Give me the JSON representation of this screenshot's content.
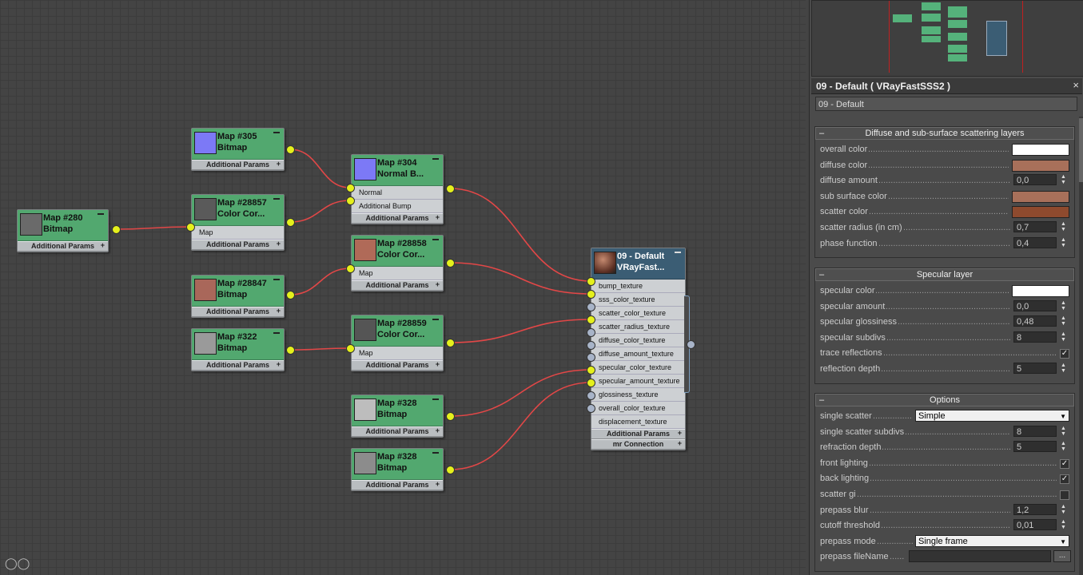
{
  "colors": {
    "map_node_header": "#52a86f",
    "material_node_header": "#3b5d74",
    "wire": "#e24747",
    "port_connected": "#e5f01c",
    "port_empty": "#a8b4c8"
  },
  "nodes": [
    {
      "id": "n280",
      "title1": "Map #280",
      "title2": "Bitmap",
      "footer": "Additional Params",
      "slots": [],
      "thumb_color": "#6a6a6a"
    },
    {
      "id": "n305",
      "title1": "Map #305",
      "title2": "Bitmap",
      "footer": "Additional Params",
      "slots": [],
      "thumb_color": "#7c79f6"
    },
    {
      "id": "n28857",
      "title1": "Map #28857",
      "title2": "Color Cor...",
      "footer": "Additional Params",
      "slots": [
        "Map"
      ],
      "thumb_color": "#5a5a5a"
    },
    {
      "id": "n304",
      "title1": "Map #304",
      "title2": "Normal B...",
      "footer": "Additional Params",
      "slots": [
        "Normal",
        "Additional Bump"
      ],
      "thumb_color": "#7c79f6"
    },
    {
      "id": "n28858",
      "title1": "Map #28858",
      "title2": "Color Cor...",
      "footer": "Additional Params",
      "slots": [
        "Map"
      ],
      "thumb_color": "#b06a58"
    },
    {
      "id": "n28847",
      "title1": "Map #28847",
      "title2": "Bitmap",
      "footer": "Additional Params",
      "slots": [],
      "thumb_color": "#a9675a"
    },
    {
      "id": "n322",
      "title1": "Map #322",
      "title2": "Bitmap",
      "footer": "Additional Params",
      "slots": [],
      "thumb_color": "#9a9a9a"
    },
    {
      "id": "n28859",
      "title1": "Map #28859",
      "title2": "Color Cor...",
      "footer": "Additional Params",
      "slots": [
        "Map"
      ],
      "thumb_color": "#555"
    },
    {
      "id": "n328a",
      "title1": "Map #328",
      "title2": "Bitmap",
      "footer": "Additional Params",
      "slots": [],
      "thumb_color": "#bdbdbd"
    },
    {
      "id": "n328b",
      "title1": "Map #328",
      "title2": "Bitmap",
      "footer": "Additional Params",
      "slots": [],
      "thumb_color": "#8c8c8c"
    }
  ],
  "material_node": {
    "title1": "09 - Default",
    "title2": "VRayFast...",
    "slots": [
      "bump_texture",
      "sss_color_texture",
      "scatter_color_texture",
      "scatter_radius_texture",
      "diffuse_color_texture",
      "diffuse_amount_texture",
      "specular_color_texture",
      "specular_amount_texture",
      "glossiness_texture",
      "overall_color_texture",
      "displacement_texture"
    ],
    "connected": [
      true,
      true,
      false,
      true,
      false,
      false,
      false,
      true,
      true,
      false,
      false
    ],
    "footer1": "Additional Params",
    "footer2": "mr Connection",
    "thumb_color": "#7a4a3a"
  },
  "panel": {
    "title": "09 - Default  ( VRayFastSSS2 )",
    "close": "×",
    "name_value": "09 - Default",
    "rollouts": [
      {
        "title": "Diffuse and sub-surface scattering layers",
        "minus": "–",
        "rows": [
          {
            "label": "overall color",
            "type": "color",
            "value": "#ffffff"
          },
          {
            "label": "diffuse color",
            "type": "color",
            "value": "#a8705a"
          },
          {
            "label": "diffuse amount",
            "type": "spin",
            "value": "0,0"
          },
          {
            "label": "sub surface color",
            "type": "color",
            "value": "#a8705a"
          },
          {
            "label": "scatter color",
            "type": "color",
            "value": "#8e4a2e"
          },
          {
            "label": "scatter radius (in cm)",
            "type": "spin",
            "value": "0,7"
          },
          {
            "label": "phase function",
            "type": "spin",
            "value": "0,4"
          }
        ]
      },
      {
        "title": "Specular layer",
        "minus": "–",
        "rows": [
          {
            "label": "specular color",
            "type": "color",
            "value": "#ffffff"
          },
          {
            "label": "specular amount",
            "type": "spin",
            "value": "0,0"
          },
          {
            "label": "specular glossiness",
            "type": "spin",
            "value": "0,48"
          },
          {
            "label": "specular subdivs",
            "type": "spin",
            "value": "8"
          },
          {
            "label": "trace reflections",
            "type": "check",
            "value": "✓"
          },
          {
            "label": "reflection depth",
            "type": "spin",
            "value": "5"
          }
        ]
      },
      {
        "title": "Options",
        "minus": "–",
        "rows": [
          {
            "label": "single scatter",
            "type": "dropdown",
            "value": "Simple"
          },
          {
            "label": "single scatter subdivs",
            "type": "spin",
            "value": "8"
          },
          {
            "label": "refraction depth",
            "type": "spin",
            "value": "5"
          },
          {
            "label": "front lighting",
            "type": "check",
            "value": "✓"
          },
          {
            "label": "back lighting",
            "type": "check",
            "value": "✓"
          },
          {
            "label": "scatter gi",
            "type": "check",
            "value": ""
          },
          {
            "label": "prepass blur",
            "type": "spin",
            "value": "1,2"
          },
          {
            "label": "cutoff threshold",
            "type": "spin",
            "value": "0,01"
          },
          {
            "label": "prepass mode",
            "type": "dropdown",
            "value": "Single frame"
          },
          {
            "label": "prepass fileName",
            "type": "file",
            "value": "..."
          }
        ]
      }
    ]
  }
}
